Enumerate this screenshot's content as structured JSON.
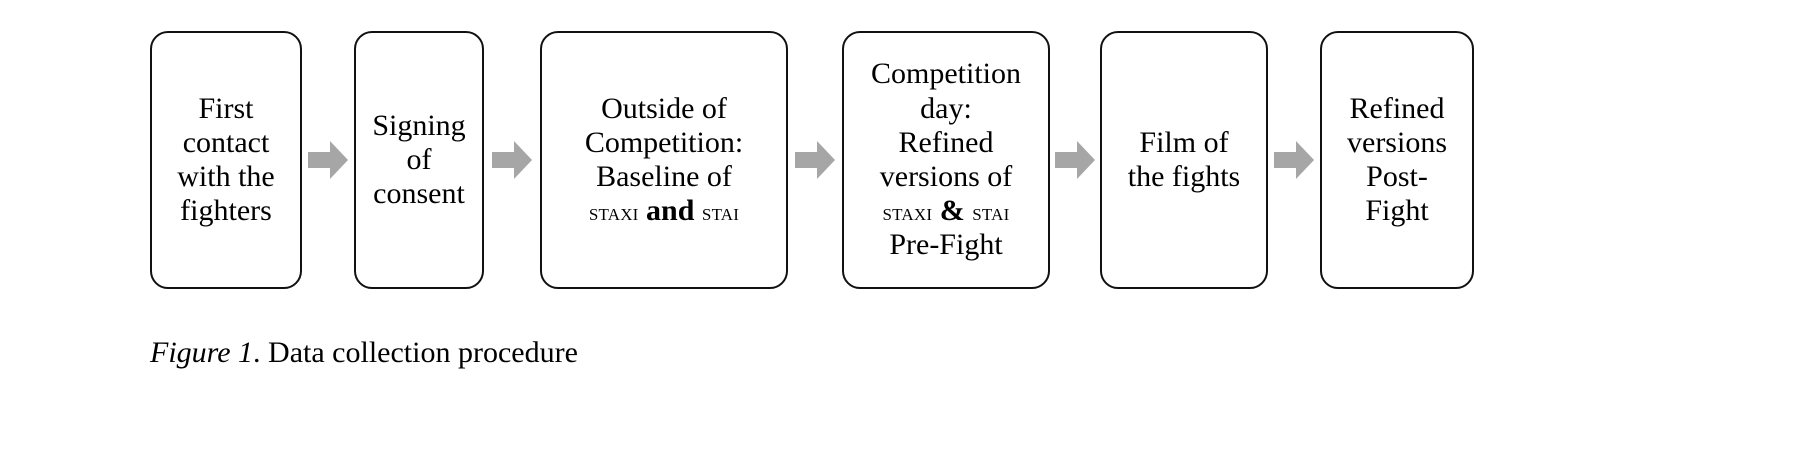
{
  "figure": {
    "type": "flowchart",
    "orientation": "horizontal",
    "background_color": "#ffffff",
    "box_border_color": "#111111",
    "box_fill_color": "#ffffff",
    "arrow_color": "#a6a6a6",
    "text_color": "#000000",
    "connector_icon": "right-arrow-icon",
    "step_count": 6,
    "arrow_count": 5
  },
  "steps": [
    {
      "index": 1,
      "name": "first-contact",
      "lines": [
        "First",
        "contact",
        "with the",
        "fighters"
      ]
    },
    {
      "index": 2,
      "name": "signing-of-consent",
      "lines": [
        "Signing",
        "of",
        "consent"
      ]
    },
    {
      "index": 3,
      "name": "outside-of-competition-baseline",
      "lines": [
        "Outside of",
        "Competition:",
        "Baseline of"
      ],
      "instrument_line": {
        "first": "STAXI",
        "conjunction": "and",
        "second": "STAI"
      }
    },
    {
      "index": 4,
      "name": "competition-day-pre-fight",
      "lines": [
        "Competition",
        "day:",
        "Refined",
        "versions of"
      ],
      "instrument_line": {
        "first": "STAXI",
        "conjunction": "&",
        "second": "STAI"
      },
      "trailing_line": "Pre-Fight"
    },
    {
      "index": 5,
      "name": "film-of-the-fights",
      "lines": [
        "Film of",
        "the fights"
      ]
    },
    {
      "index": 6,
      "name": "refined-versions-post-fight",
      "lines": [
        "Refined",
        "versions",
        "Post-",
        "Fight"
      ]
    }
  ],
  "caption": {
    "label": "Figure 1",
    "separator": ". ",
    "text": "Data collection procedure"
  }
}
